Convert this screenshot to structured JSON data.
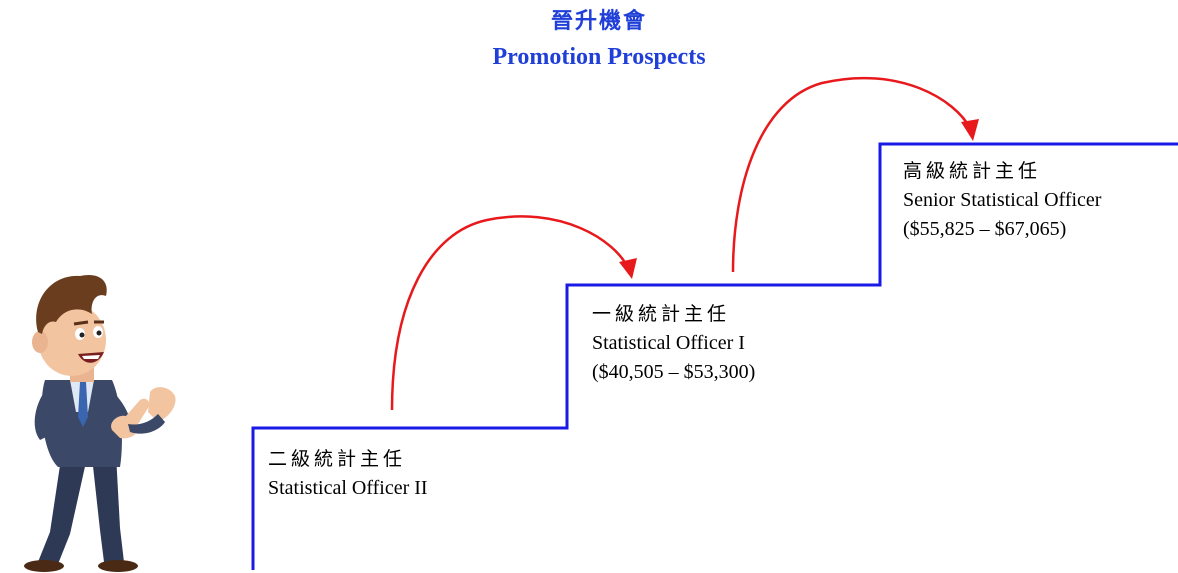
{
  "title": {
    "zh": "晉升機會",
    "en": "Promotion Prospects"
  },
  "steps": [
    {
      "zh": "二級統計主任",
      "en": "Statistical Officer II",
      "salary": ""
    },
    {
      "zh": "一級統計主任",
      "en": "Statistical Officer I",
      "salary": "($40,505 – $53,300)"
    },
    {
      "zh": "高級統計主任",
      "en": "Senior Statistical Officer",
      "salary": "($55,825 – $67,065)"
    }
  ],
  "colors": {
    "title": "#1f3fd8",
    "stairs": "#1a1ae6",
    "arrows": "#e8191c"
  },
  "illustration": "businessman-presenting"
}
